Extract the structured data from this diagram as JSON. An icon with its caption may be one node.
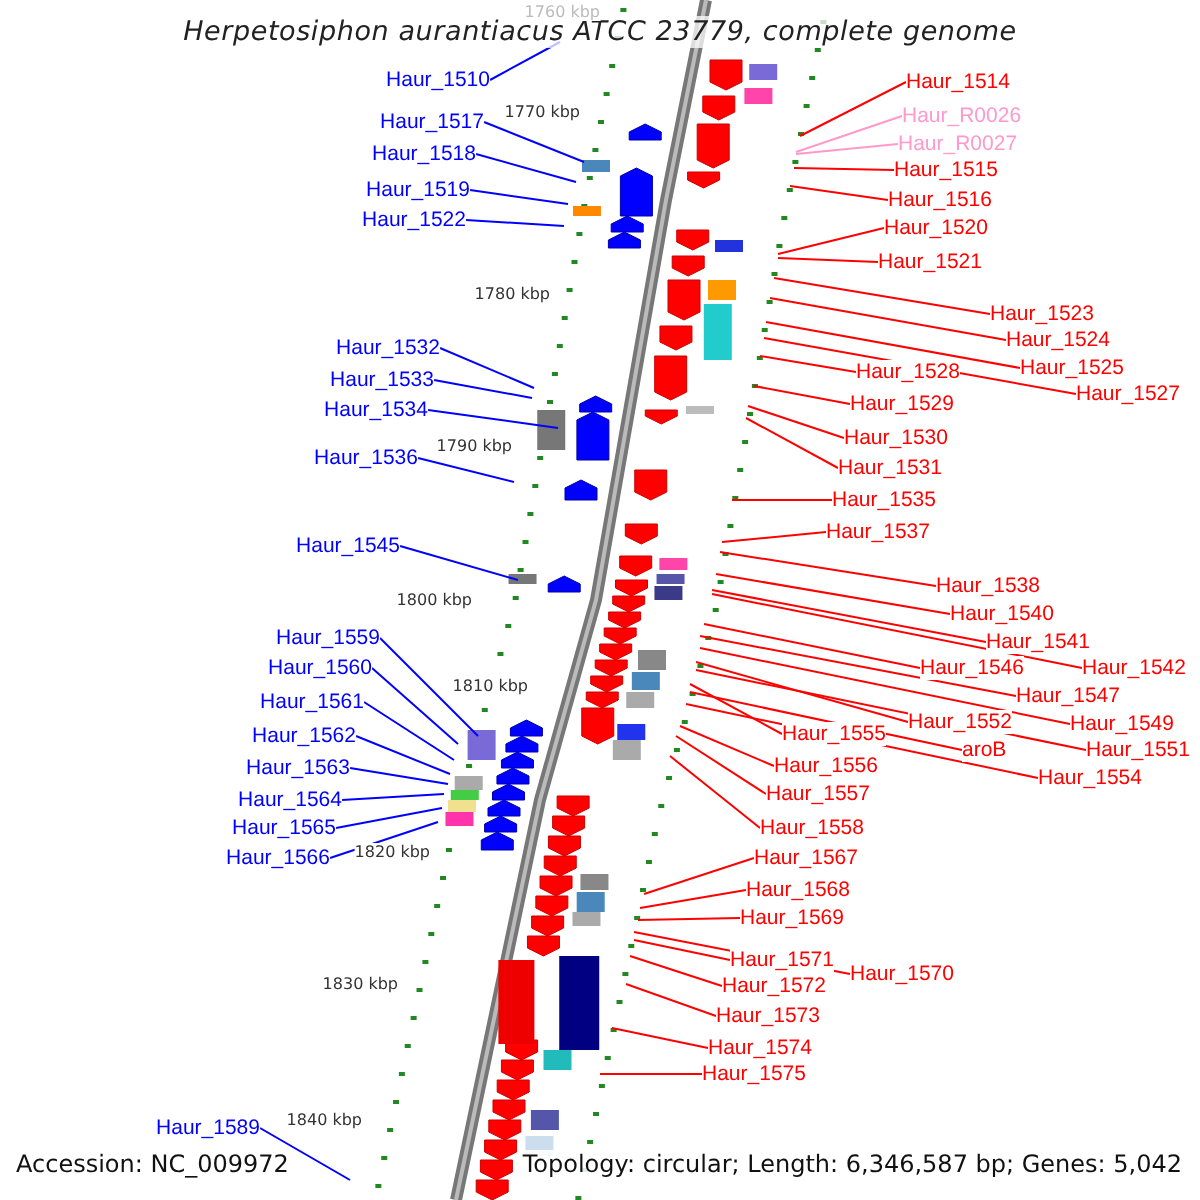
{
  "diagram": {
    "title": "Herpetosiphon aurantiacus ATCC 23779, complete genome",
    "nodes": [
      {
        "text": [
          "Haur_1510"
        ]
      },
      {
        "text": [
          "Haur_1517"
        ]
      },
      {
        "text": [
          "Haur_1518"
        ]
      },
      {
        "text": [
          "Haur_1519"
        ]
      },
      {
        "text": [
          "Haur_1522"
        ]
      },
      {
        "text": [
          "Haur_1532"
        ]
      },
      {
        "text": [
          "Haur_1533"
        ]
      },
      {
        "text": [
          "Haur_1534"
        ]
      },
      {
        "text": [
          "Haur_1536"
        ]
      },
      {
        "text": [
          "Haur_1545"
        ]
      },
      {
        "text": [
          "Haur_1559"
        ]
      },
      {
        "text": [
          "Haur_1560"
        ]
      },
      {
        "text": [
          "Haur_1561"
        ]
      },
      {
        "text": [
          "Haur_1562"
        ]
      },
      {
        "text": [
          "Haur_1563"
        ]
      },
      {
        "text": [
          "Haur_1564"
        ]
      },
      {
        "text": [
          "Haur_1565"
        ]
      },
      {
        "text": [
          "Haur_1566"
        ]
      },
      {
        "text": [
          "Haur_1589"
        ]
      },
      {
        "text": [
          "Haur_1514"
        ]
      },
      {
        "text": [
          "Haur_R0026"
        ]
      },
      {
        "text": [
          "Haur_R0027"
        ]
      },
      {
        "text": [
          "Haur_1515"
        ]
      },
      {
        "text": [
          "Haur_1516"
        ]
      },
      {
        "text": [
          "Haur_1520"
        ]
      },
      {
        "text": [
          "Haur_1521"
        ]
      },
      {
        "text": [
          "Haur_1523"
        ]
      },
      {
        "text": [
          "Haur_1524"
        ]
      },
      {
        "text": [
          "Haur_1525"
        ]
      },
      {
        "text": [
          "Haur_1527"
        ]
      },
      {
        "text": [
          "Haur_1528"
        ]
      },
      {
        "text": [
          "Haur_1529"
        ]
      },
      {
        "text": [
          "Haur_1530"
        ]
      },
      {
        "text": [
          "Haur_1531"
        ]
      },
      {
        "text": [
          "Haur_1535"
        ]
      },
      {
        "text": [
          "Haur_1537"
        ]
      },
      {
        "text": [
          "Haur_1538"
        ]
      },
      {
        "text": [
          "Haur_1540"
        ]
      },
      {
        "text": [
          "Haur_1541"
        ]
      },
      {
        "text": [
          "Haur_1542"
        ]
      },
      {
        "text": [
          "Haur_1546"
        ]
      },
      {
        "text": [
          "Haur_1547"
        ]
      },
      {
        "text": [
          "Haur_1549"
        ]
      },
      {
        "text": [
          "Haur_1552"
        ]
      },
      {
        "text": [
          "Haur_1551"
        ]
      },
      {
        "text": [
          "Haur_1555"
        ]
      },
      {
        "text": [
          "aroB"
        ]
      },
      {
        "text": [
          "Haur_1554"
        ]
      },
      {
        "text": [
          "Haur_1556"
        ]
      },
      {
        "text": [
          "Haur_1557"
        ]
      },
      {
        "text": [
          "Haur_1558"
        ]
      },
      {
        "text": [
          "Haur_1567"
        ]
      },
      {
        "text": [
          "Haur_1568"
        ]
      },
      {
        "text": [
          "Haur_1569"
        ]
      },
      {
        "text": [
          "Haur_1571"
        ]
      },
      {
        "text": [
          "Haur_1570"
        ]
      },
      {
        "text": [
          "Haur_1572"
        ]
      },
      {
        "text": [
          "Haur_1573"
        ]
      },
      {
        "text": [
          "Haur_1574"
        ]
      },
      {
        "text": [
          "Haur_1575"
        ]
      }
    ],
    "edges": [
      {
        "from": 0,
        "to": null,
        "arrow": "none",
        "color": "#0000ff"
      },
      {
        "from": 1,
        "to": null,
        "arrow": "none",
        "color": "#0000ff"
      },
      {
        "from": 2,
        "to": null,
        "arrow": "none",
        "color": "#0000ff"
      },
      {
        "from": 3,
        "to": null,
        "arrow": "none",
        "color": "#0000ff"
      },
      {
        "from": 4,
        "to": null,
        "arrow": "none",
        "color": "#0000ff"
      },
      {
        "from": 5,
        "to": null,
        "arrow": "none",
        "color": "#0000ff"
      },
      {
        "from": 6,
        "to": null,
        "arrow": "none",
        "color": "#0000ff"
      },
      {
        "from": 7,
        "to": null,
        "arrow": "none",
        "color": "#0000ff"
      },
      {
        "from": 8,
        "to": null,
        "arrow": "none",
        "color": "#0000ff"
      },
      {
        "from": 9,
        "to": null,
        "arrow": "none",
        "color": "#0000ff"
      },
      {
        "from": 10,
        "to": null,
        "arrow": "none",
        "color": "#0000ff"
      },
      {
        "from": 11,
        "to": null,
        "arrow": "none",
        "color": "#0000ff"
      },
      {
        "from": 12,
        "to": null,
        "arrow": "none",
        "color": "#0000ff"
      },
      {
        "from": 13,
        "to": null,
        "arrow": "none",
        "color": "#0000ff"
      },
      {
        "from": 14,
        "to": null,
        "arrow": "none",
        "color": "#0000ff"
      },
      {
        "from": 15,
        "to": null,
        "arrow": "none",
        "color": "#0000ff"
      },
      {
        "from": 16,
        "to": null,
        "arrow": "none",
        "color": "#0000ff"
      },
      {
        "from": 17,
        "to": null,
        "arrow": "none",
        "color": "#0000ff"
      },
      {
        "from": 18,
        "to": null,
        "arrow": "none",
        "color": "#0000ff"
      },
      {
        "from": 19,
        "to": null,
        "arrow": "none"
      },
      {
        "from": 20,
        "to": null,
        "arrow": "none",
        "color": "#ff99cc"
      },
      {
        "from": 21,
        "to": null,
        "arrow": "none",
        "color": "#ff99cc"
      },
      {
        "from": 22,
        "to": null,
        "arrow": "none"
      },
      {
        "from": 23,
        "to": null,
        "arrow": "none"
      },
      {
        "from": 24,
        "to": null,
        "arrow": "none"
      },
      {
        "from": 25,
        "to": null,
        "arrow": "none"
      },
      {
        "from": 26,
        "to": null,
        "arrow": "none"
      },
      {
        "from": 27,
        "to": null,
        "arrow": "none"
      },
      {
        "from": 28,
        "to": null,
        "arrow": "none"
      },
      {
        "from": 29,
        "to": null,
        "arrow": "none"
      },
      {
        "from": 30,
        "to": null,
        "arrow": "none"
      },
      {
        "from": 31,
        "to": null,
        "arrow": "none"
      },
      {
        "from": 32,
        "to": null,
        "arrow": "none"
      },
      {
        "from": 33,
        "to": null,
        "arrow": "none"
      },
      {
        "from": 34,
        "to": null,
        "arrow": "none"
      },
      {
        "from": 35,
        "to": null,
        "arrow": "none"
      },
      {
        "from": 36,
        "to": null,
        "arrow": "none"
      },
      {
        "from": 37,
        "to": null,
        "arrow": "none"
      },
      {
        "from": 38,
        "to": null,
        "arrow": "none"
      },
      {
        "from": 39,
        "to": null,
        "arrow": "none"
      },
      {
        "from": 40,
        "to": null,
        "arrow": "none"
      },
      {
        "from": 41,
        "to": null,
        "arrow": "none"
      },
      {
        "from": 42,
        "to": null,
        "arrow": "none"
      },
      {
        "from": 43,
        "to": null,
        "arrow": "none"
      },
      {
        "from": 44,
        "to": null,
        "arrow": "none"
      },
      {
        "from": 45,
        "to": null,
        "arrow": "none"
      },
      {
        "from": 46,
        "to": null,
        "arrow": "none"
      },
      {
        "from": 47,
        "to": null,
        "arrow": "none"
      },
      {
        "from": 48,
        "to": null,
        "arrow": "none"
      },
      {
        "from": 49,
        "to": null,
        "arrow": "none"
      },
      {
        "from": 50,
        "to": null,
        "arrow": "none"
      },
      {
        "from": 51,
        "to": null,
        "arrow": "none"
      },
      {
        "from": 52,
        "to": null,
        "arrow": "none"
      },
      {
        "from": 53,
        "to": null,
        "arrow": "none"
      },
      {
        "from": 54,
        "to": null,
        "arrow": "none"
      },
      {
        "from": 55,
        "to": null,
        "arrow": "none"
      },
      {
        "from": 56,
        "to": null,
        "arrow": "none"
      },
      {
        "from": 57,
        "to": null,
        "arrow": "none"
      },
      {
        "from": 58,
        "to": null,
        "arrow": "none"
      },
      {
        "from": 59,
        "to": null,
        "arrow": "none"
      }
    ],
    "labels": [
      "1760 kbp",
      "1770 kbp",
      "1780 kbp",
      "1790 kbp",
      "1800 kbp",
      "1810 kbp",
      "1820 kbp",
      "1830 kbp",
      "1840 kbp",
      "Accession: NC_009972",
      "Topology: circular; Length: 6,346,587 bp; Genes: 5,042"
    ]
  }
}
